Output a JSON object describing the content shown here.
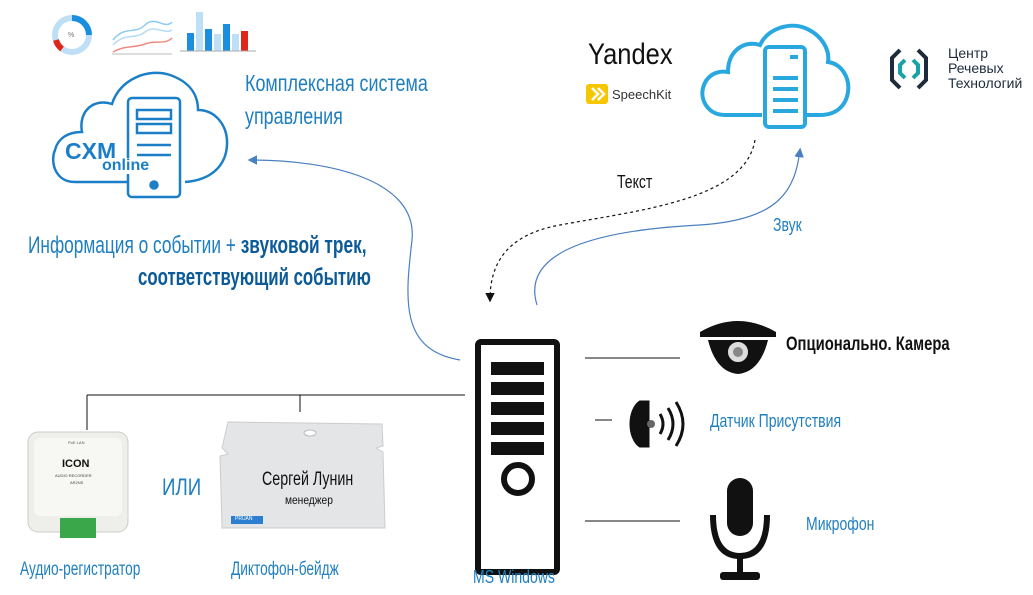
{
  "colors": {
    "accent": "#1f7fc0",
    "cloud": "#29a8e0",
    "cxm": "#1b7fc8",
    "red": "#e0251b",
    "yandex_red": "#e61400",
    "crt_teal": "#1aa3a6",
    "crt_dark": "#1e2b3c"
  },
  "top_charts": {
    "donut_label": "%"
  },
  "cxm_cloud": {
    "logo_main": "CXM",
    "logo_sub": "online",
    "label_line1": "Комплексная система",
    "label_line2": "управления"
  },
  "info": {
    "line1_regular": "Информация о событии + ",
    "line1_bold": "звуковой трек,",
    "line2_bold": "соответствующий событию"
  },
  "speech_cloud": {
    "yandex": "Yandex",
    "speechkit": "SpeechKit",
    "crt_line1": "Центр",
    "crt_line2": "Речевых",
    "crt_line3": "Технологий",
    "text_label": "Текст",
    "sound_label": "Звук"
  },
  "pc": {
    "label": "MS Windows"
  },
  "peripherals": [
    {
      "label": "Опционально. Камера",
      "icon": "camera-icon"
    },
    {
      "label": "Датчик Присутствия",
      "icon": "presence-sensor-icon"
    },
    {
      "label": "Микрофон",
      "icon": "microphone-icon"
    }
  ],
  "devices": {
    "recorder": {
      "label": "Аудио-регистратор",
      "brand": "ICON",
      "model_line1": "AUDIO RECORDER",
      "model_line2": "AR2NS",
      "port": "PoE LAN"
    },
    "or_label": "ИЛИ",
    "badge": {
      "label": "Диктофон-бейдж",
      "name": "Сергей Лунин",
      "role": "менеджер",
      "brand": "PRUAN"
    }
  }
}
